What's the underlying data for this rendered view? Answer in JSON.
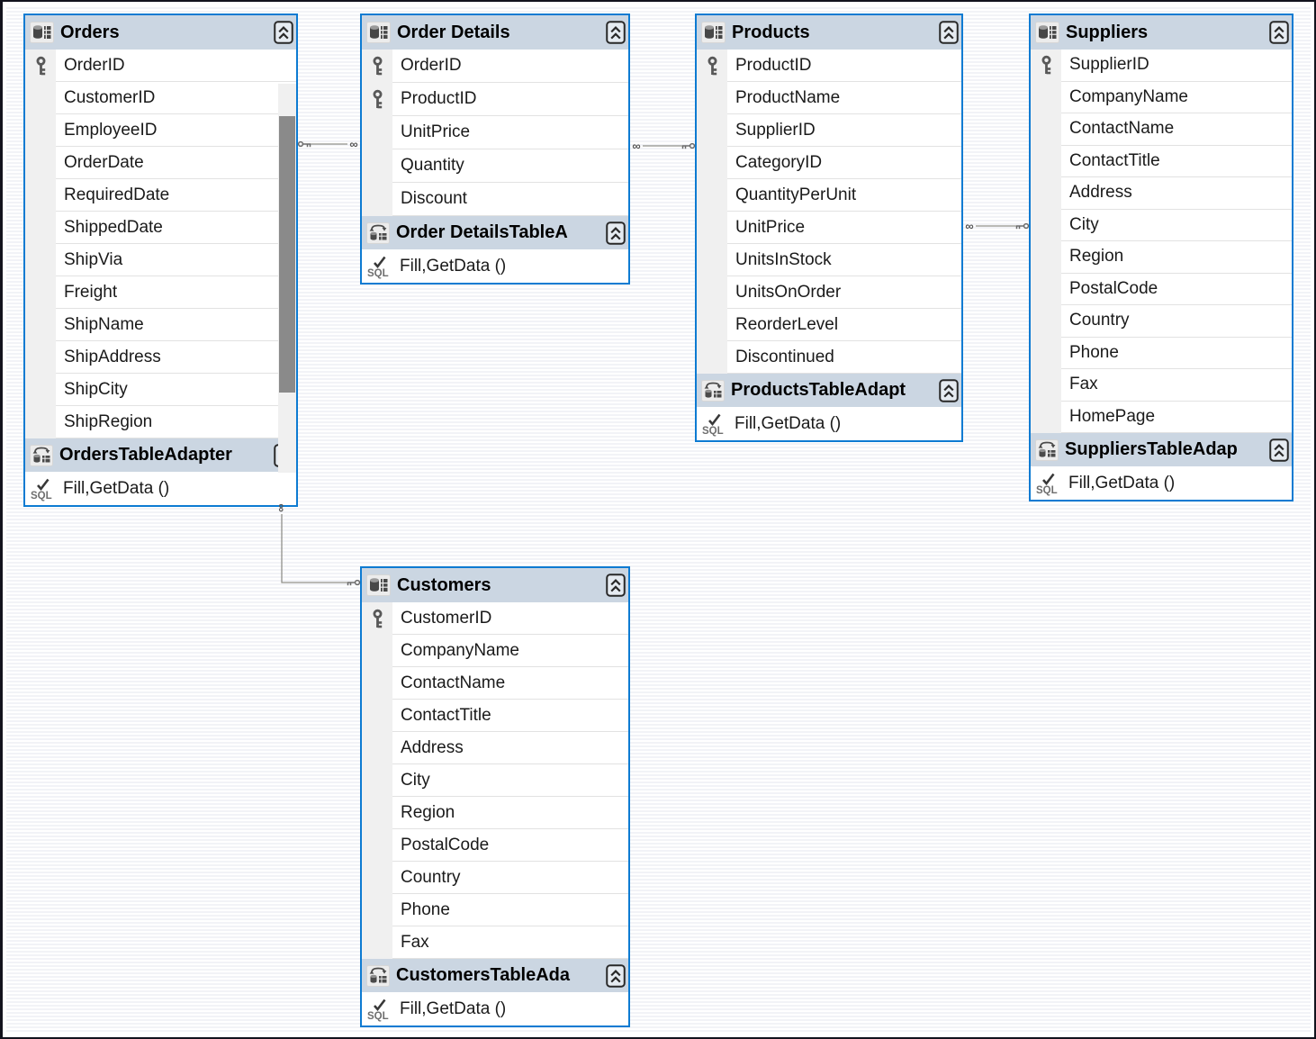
{
  "diagram": {
    "app_context": "DataSet Designer",
    "colors": {
      "table_border": "#0d7bd2",
      "header_band": "#cbd6e2",
      "row_gutter": "#f0f0f0",
      "canvas_stripe": "#f2f3f7",
      "scrollbar_thumb": "#8a8a8a",
      "connector_line": "#90908a"
    },
    "icons": {
      "table": "database-table-icon",
      "primary_key": "key-icon",
      "collapse": "chevron-double-up-icon",
      "adapter": "table-adapter-sync-icon",
      "sql_method": "sql-check-icon",
      "relation_one_end": "key-symbol",
      "relation_many_end": "infinity-symbol"
    },
    "tables": [
      {
        "id": "orders",
        "title": "Orders",
        "has_scrollbar": true,
        "columns": [
          {
            "name": "OrderID",
            "key": true
          },
          {
            "name": "CustomerID",
            "key": false
          },
          {
            "name": "EmployeeID",
            "key": false
          },
          {
            "name": "OrderDate",
            "key": false
          },
          {
            "name": "RequiredDate",
            "key": false
          },
          {
            "name": "ShippedDate",
            "key": false
          },
          {
            "name": "ShipVia",
            "key": false
          },
          {
            "name": "Freight",
            "key": false
          },
          {
            "name": "ShipName",
            "key": false
          },
          {
            "name": "ShipAddress",
            "key": false
          },
          {
            "name": "ShipCity",
            "key": false
          },
          {
            "name": "ShipRegion",
            "key": false
          }
        ],
        "adapter": {
          "title": "OrdersTableAdapter",
          "methods": "Fill,GetData ()"
        }
      },
      {
        "id": "order_details",
        "title": "Order Details",
        "has_scrollbar": false,
        "columns": [
          {
            "name": "OrderID",
            "key": true
          },
          {
            "name": "ProductID",
            "key": true
          },
          {
            "name": "UnitPrice",
            "key": false
          },
          {
            "name": "Quantity",
            "key": false
          },
          {
            "name": "Discount",
            "key": false
          }
        ],
        "adapter": {
          "title": "Order DetailsTableA",
          "methods": "Fill,GetData ()"
        }
      },
      {
        "id": "products",
        "title": "Products",
        "has_scrollbar": false,
        "columns": [
          {
            "name": "ProductID",
            "key": true
          },
          {
            "name": "ProductName",
            "key": false
          },
          {
            "name": "SupplierID",
            "key": false
          },
          {
            "name": "CategoryID",
            "key": false
          },
          {
            "name": "QuantityPerUnit",
            "key": false
          },
          {
            "name": "UnitPrice",
            "key": false
          },
          {
            "name": "UnitsInStock",
            "key": false
          },
          {
            "name": "UnitsOnOrder",
            "key": false
          },
          {
            "name": "ReorderLevel",
            "key": false
          },
          {
            "name": "Discontinued",
            "key": false
          }
        ],
        "adapter": {
          "title": "ProductsTableAdapt",
          "methods": "Fill,GetData ()"
        }
      },
      {
        "id": "suppliers",
        "title": "Suppliers",
        "has_scrollbar": false,
        "columns": [
          {
            "name": "SupplierID",
            "key": true
          },
          {
            "name": "CompanyName",
            "key": false
          },
          {
            "name": "ContactName",
            "key": false
          },
          {
            "name": "ContactTitle",
            "key": false
          },
          {
            "name": "Address",
            "key": false
          },
          {
            "name": "City",
            "key": false
          },
          {
            "name": "Region",
            "key": false
          },
          {
            "name": "PostalCode",
            "key": false
          },
          {
            "name": "Country",
            "key": false
          },
          {
            "name": "Phone",
            "key": false
          },
          {
            "name": "Fax",
            "key": false
          },
          {
            "name": "HomePage",
            "key": false
          }
        ],
        "adapter": {
          "title": "SuppliersTableAdap",
          "methods": "Fill,GetData ()"
        }
      },
      {
        "id": "customers",
        "title": "Customers",
        "has_scrollbar": false,
        "columns": [
          {
            "name": "CustomerID",
            "key": true
          },
          {
            "name": "CompanyName",
            "key": false
          },
          {
            "name": "ContactName",
            "key": false
          },
          {
            "name": "ContactTitle",
            "key": false
          },
          {
            "name": "Address",
            "key": false
          },
          {
            "name": "City",
            "key": false
          },
          {
            "name": "Region",
            "key": false
          },
          {
            "name": "PostalCode",
            "key": false
          },
          {
            "name": "Country",
            "key": false
          },
          {
            "name": "Phone",
            "key": false
          },
          {
            "name": "Fax",
            "key": false
          }
        ],
        "adapter": {
          "title": "CustomersTableAda",
          "methods": "Fill,GetData ()"
        }
      }
    ],
    "relations": [
      {
        "id": "orders-orderdetails",
        "one_side": "Orders",
        "many_side": "Order Details"
      },
      {
        "id": "orderdetails-products",
        "one_side": "Products",
        "many_side": "Order Details"
      },
      {
        "id": "products-suppliers",
        "one_side": "Suppliers",
        "many_side": "Products"
      },
      {
        "id": "orders-customers",
        "one_side": "Customers",
        "many_side": "Orders"
      }
    ]
  }
}
